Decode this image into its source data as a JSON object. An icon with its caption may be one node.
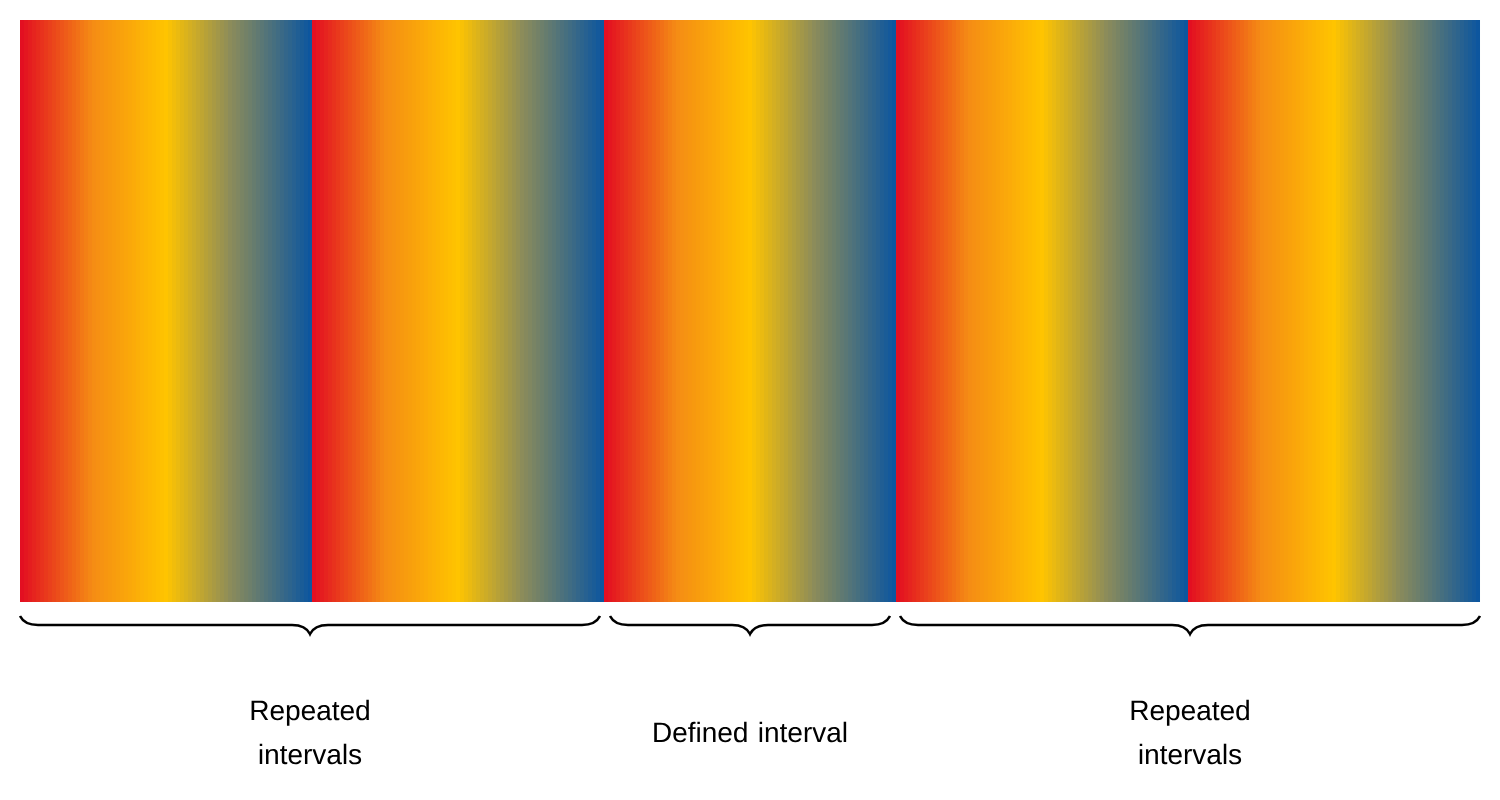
{
  "diagram": {
    "labels": [
      "Repeated intervals",
      "Defined interval",
      "Repeated intervals"
    ]
  }
}
